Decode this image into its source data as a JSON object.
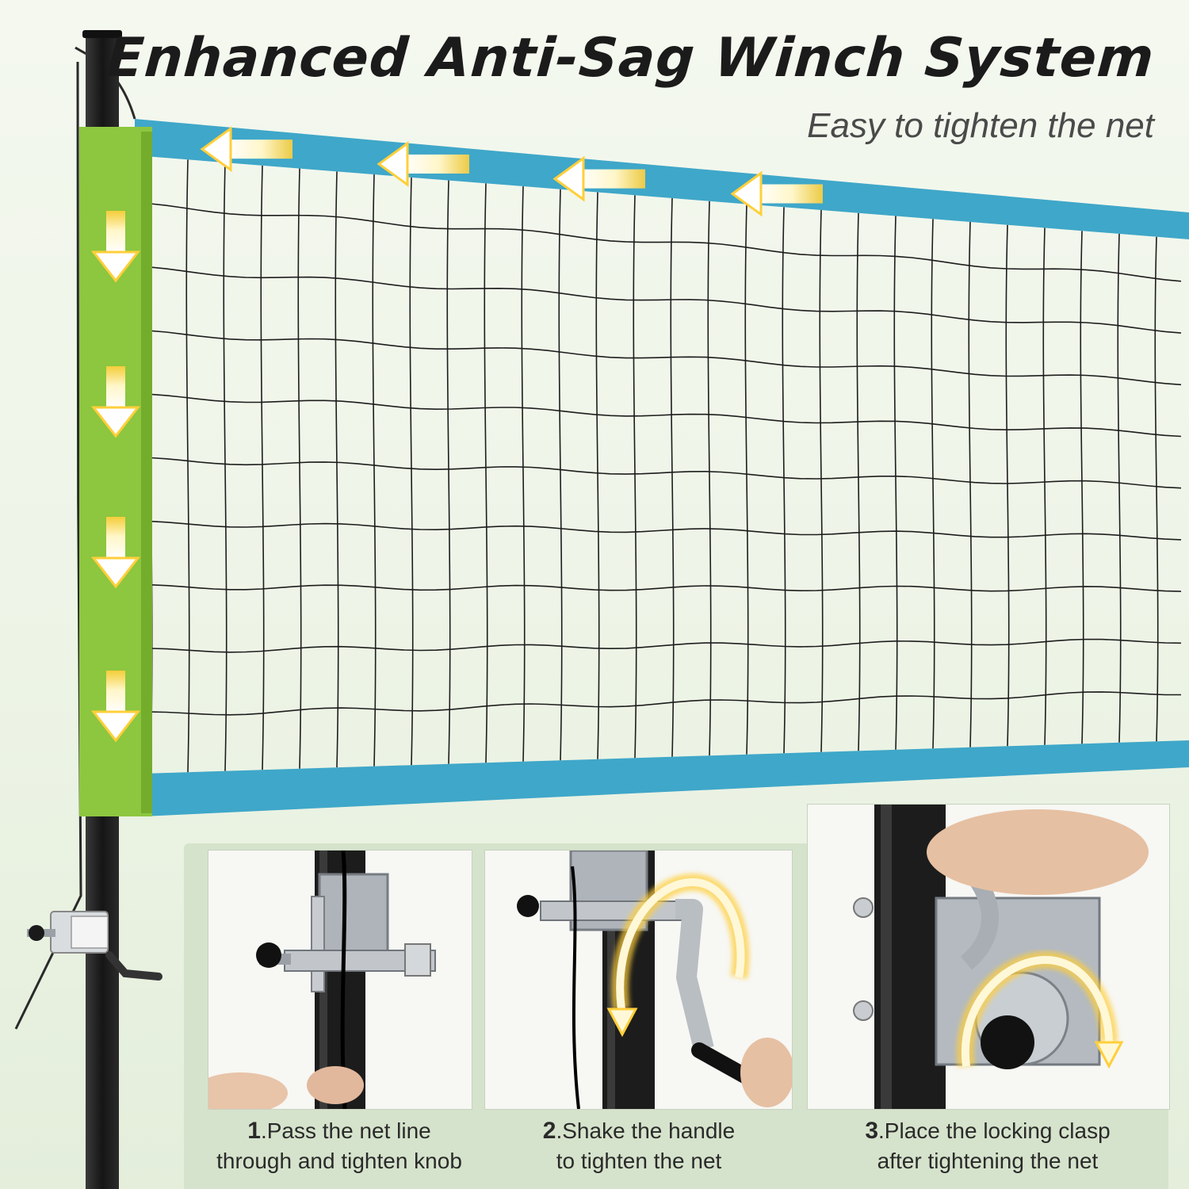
{
  "header": {
    "title": "Enhanced Anti-Sag Winch System",
    "subtitle": "Easy to tighten the net"
  },
  "steps": [
    {
      "number": "1",
      "line1": ".Pass the net line",
      "line2": "through and tighten knob"
    },
    {
      "number": "2",
      "line1": ".Shake the handle",
      "line2": "to tighten the net"
    },
    {
      "number": "3",
      "line1": ".Place the locking clasp",
      "line2": "after tightening the net"
    }
  ],
  "colors": {
    "net_band": "#3fa7c9",
    "side_sleeve": "#8dc63f",
    "pole": "#1e1e1e",
    "arrow_glow": "#ffcf3a"
  },
  "icons": {
    "top_band": "left-arrow-icon",
    "side_sleeve": "down-arrow-icon",
    "winch_photos": "curved-arrow-icon"
  }
}
